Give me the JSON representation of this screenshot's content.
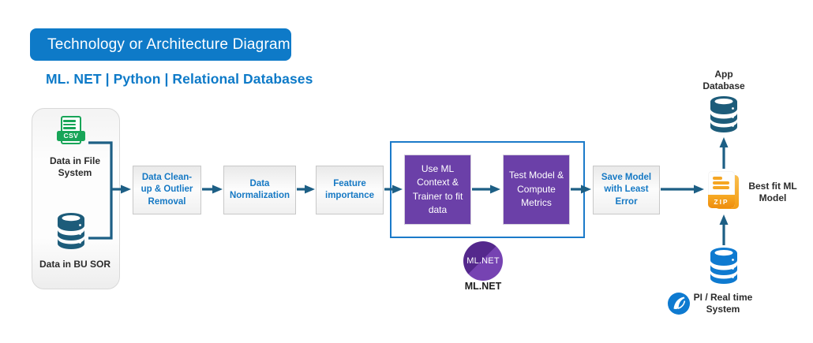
{
  "header": {
    "title": "Technology or Architecture Diagram",
    "subtitle": "ML. NET | Python | Relational Databases"
  },
  "sources": {
    "csv_badge": "CSV",
    "file_system_label": "Data in File System",
    "bu_sor_label": "Data in BU SOR"
  },
  "steps": {
    "cleanup": "Data Clean-up & Outlier Removal",
    "normalization": "Data Normalization",
    "feature": "Feature importance",
    "train": "Use ML Context & Trainer to fit data",
    "test": "Test Model & Compute Metrics",
    "save": "Save Model with Least Error"
  },
  "mlnet": {
    "badge": "ML.NET",
    "label": "ML.NET"
  },
  "outputs": {
    "app_database_label": "App Database",
    "zip_badge": "ZIP",
    "best_fit_label": "Best fit ML Model",
    "realtime_label": "PI / Real time System"
  },
  "colors": {
    "brand_blue": "#0e7ac8",
    "frame_blue": "#1b7ac9",
    "arrow_blue": "#1d5f85",
    "purple_box": "#6b40a8",
    "purple_dark": "#54288c",
    "db_teal": "#1d5c7a",
    "db_bright_blue": "#0e7ad0",
    "csv_green": "#18a558",
    "zip_orange": "#f5a21c",
    "step_text_blue": "#1679c4",
    "label_dark": "#2b2b2b"
  }
}
